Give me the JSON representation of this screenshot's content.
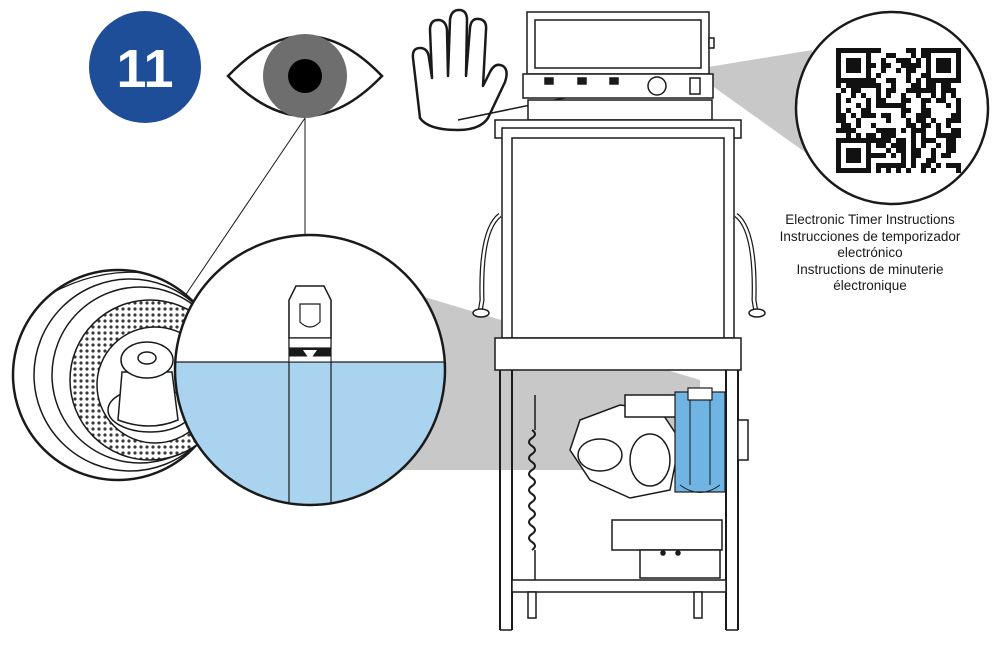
{
  "step": {
    "number": "11",
    "badge_color": "#1f4e99"
  },
  "icons": [
    "eye-icon",
    "hand-icon",
    "qr-code-icon"
  ],
  "caption": {
    "english": "Electronic Timer Instructions",
    "spanish_line1": "Instrucciones de temporizador",
    "spanish_line2": "electrónico",
    "french_line1": "Instructions de minuterie",
    "french_line2": "électronique"
  },
  "colors": {
    "water": "#a9d3ee",
    "highlight": "#6fb4e3",
    "callout_shadow": "#c8c8c8",
    "line": "#1a1a1a"
  }
}
